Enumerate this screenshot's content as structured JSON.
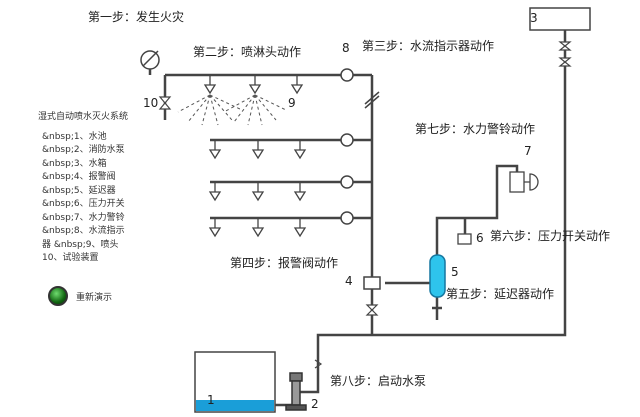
{
  "steps": {
    "step1": "第一步：发生火灾",
    "step2": "第二步：喷淋头动作",
    "step3": "第三步：水流指示器动作",
    "step4": "第四步：报警阀动作",
    "step5": "第五步：延迟器动作",
    "step6": "第六步：压力开关动作",
    "step7": "第七步：水力警铃动作",
    "step8": "第八步：启动水泵"
  },
  "numbers": {
    "n1": "1",
    "n2": "2",
    "n3": "3",
    "n4": "4",
    "n5": "5",
    "n6": "6",
    "n7": "7",
    "n8": "8",
    "n9": "9",
    "n10": "10"
  },
  "legend": {
    "title": "湿式自动喷水灭火系统",
    "items": [
      "&nbsp;1、水池",
      "&nbsp;2、消防水泵",
      "&nbsp;3、水箱",
      "&nbsp;4、报警阀",
      "&nbsp;5、延迟器",
      "&nbsp;6、压力开关",
      "&nbsp;7、水力警铃",
      "&nbsp;8、水流指示",
      "器 &nbsp;9、喷头",
      "10、试验装置"
    ]
  },
  "replay_button": "重新演示",
  "colors": {
    "pipe": "#444444",
    "water": "#1a9ed8",
    "delay": "#2ec4ec"
  }
}
